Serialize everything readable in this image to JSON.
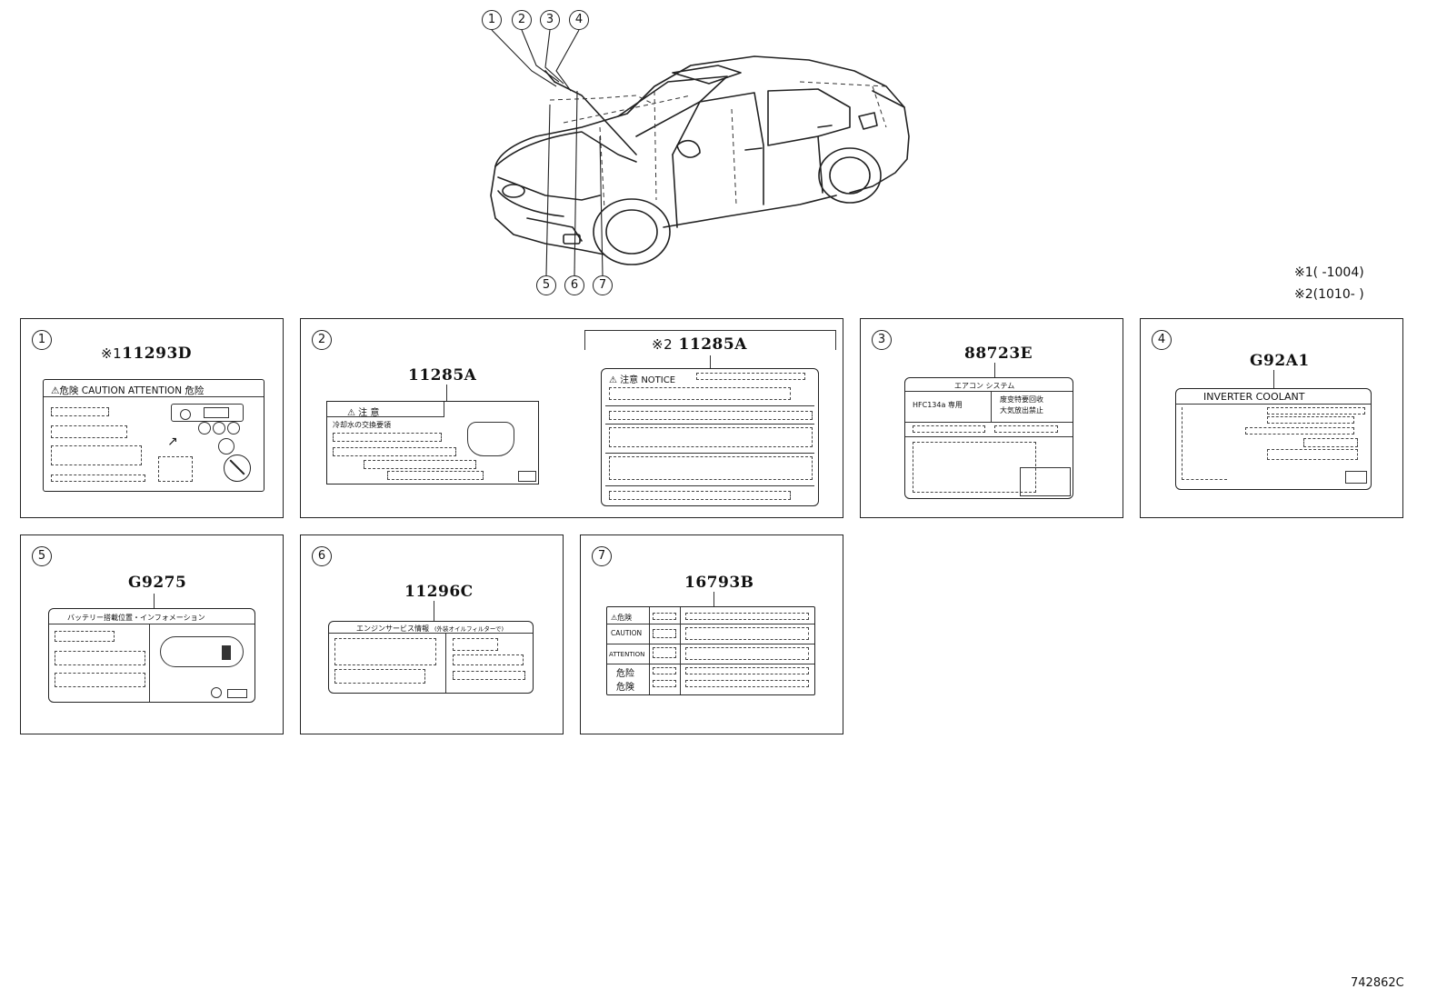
{
  "car": {
    "callouts_top": [
      "1",
      "2",
      "3",
      "4"
    ],
    "callouts_bottom": [
      "5",
      "6",
      "7"
    ]
  },
  "notes": {
    "note1": "※1(      -1004)",
    "note2": "※2(1010-      )"
  },
  "panels": [
    {
      "num": "1",
      "mark": "※1",
      "part": "11293D",
      "label": {
        "header": "⚠危険  CAUTION  ATTENTION  危险"
      }
    },
    {
      "num": "2",
      "part": "11285A",
      "mark_b": "※2",
      "part_b": "11285A",
      "label_a": {
        "header": "⚠     注     意",
        "line": "冷却水の交換要領"
      },
      "label_b": {
        "header": "⚠ 注意 NOTICE"
      }
    },
    {
      "num": "3",
      "part": "88723E",
      "label": {
        "header": "エアコン システム",
        "cell_left": "HFC134a 専用",
        "cell_right_1": "废变特要回收",
        "cell_right_2": "大気放出禁止"
      }
    },
    {
      "num": "4",
      "part": "G92A1",
      "label": {
        "header": "INVERTER COOLANT"
      }
    },
    {
      "num": "5",
      "part": "G9275",
      "label": {
        "header": "バッテリー搭載位置・インフォメーション"
      }
    },
    {
      "num": "6",
      "part": "11296C",
      "label": {
        "header": "エンジンサービス情報",
        "sub": "(外装オイルフィルターで)"
      }
    },
    {
      "num": "7",
      "part": "16793B",
      "label": {
        "rows": [
          "⚠危険",
          "CAUTION",
          "ATTENTION",
          "危险",
          "危険"
        ]
      }
    }
  ],
  "diagram_id": "742862C"
}
